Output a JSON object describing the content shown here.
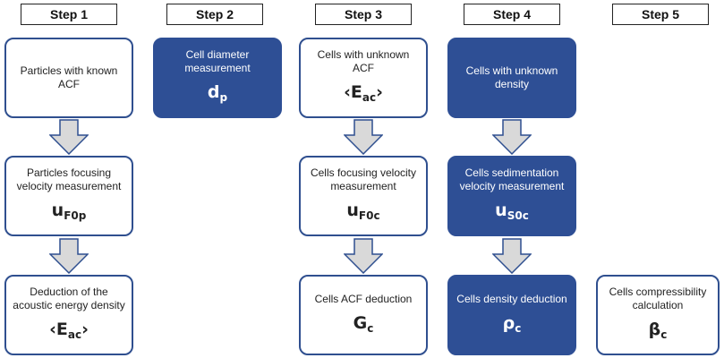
{
  "steps": [
    "Step 1",
    "Step 2",
    "Step 3",
    "Step 4",
    "Step 5"
  ],
  "boxes": {
    "s1_particles_known": {
      "text": "Particles with known ACF",
      "symbol": "",
      "sub": ""
    },
    "s1_focusing": {
      "text": "Particles focusing velocity measurement",
      "symbol": "u",
      "sub": "F0p"
    },
    "s1_deduction": {
      "text": "Deduction of the acoustic energy density",
      "symbol": "‹E",
      "sub": "ac",
      "suffix": "›"
    },
    "s2_diameter": {
      "text": "Cell diameter measurement",
      "symbol": "d",
      "sub": "p"
    },
    "s3_unknown_acf": {
      "text": "Cells with unknown ACF",
      "symbol": "‹E",
      "sub": "ac",
      "suffix": "›"
    },
    "s3_focusing": {
      "text": "Cells focusing velocity measurement",
      "symbol": "u",
      "sub": "F0c"
    },
    "s3_acf_deduction": {
      "text": "Cells ACF deduction",
      "symbol": "G",
      "sub": "c"
    },
    "s4_unknown_density": {
      "text": "Cells with unknown density",
      "symbol": "",
      "sub": ""
    },
    "s4_sedimentation": {
      "text": "Cells sedimentation velocity measurement",
      "symbol": "u",
      "sub": "S0c"
    },
    "s4_density_deduction": {
      "text": "Cells density deduction",
      "symbol": "ρ",
      "sub": "c"
    },
    "s5_compressibility": {
      "text": "Cells compressibility calculation",
      "symbol": "β",
      "sub": "c"
    }
  },
  "colors": {
    "dark_fill": "#2e4f95",
    "border": "#2f4f8f",
    "arrow_fill": "#d9d9d9",
    "arrow_stroke": "#2f4f8f"
  }
}
